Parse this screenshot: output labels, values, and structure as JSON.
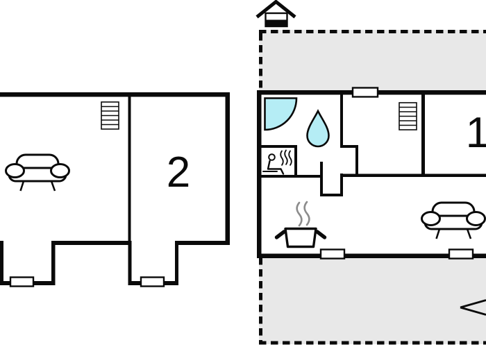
{
  "diagram": {
    "kind": "vacation home floor plan",
    "room_labels": {
      "right_building_room": "1",
      "left_building_room": "2"
    }
  },
  "colors": {
    "background": "#ffffff",
    "wall": "#0a0a0a",
    "plot_fill": "#e8e8e8",
    "water_fill": "#b5edf5",
    "steam": "#8c8c8c"
  },
  "icons": {
    "left_building": [
      "sofa-icon",
      "stairs-icon",
      "window-icon",
      "window-icon"
    ],
    "right_building": [
      "house-marker-icon",
      "shower-icon",
      "water-drop-icon",
      "sauna-icon",
      "stairs-icon",
      "cooking-pot-icon",
      "sofa-icon",
      "window-icon",
      "window-icon",
      "window-icon",
      "direction-arrow-icon"
    ]
  }
}
